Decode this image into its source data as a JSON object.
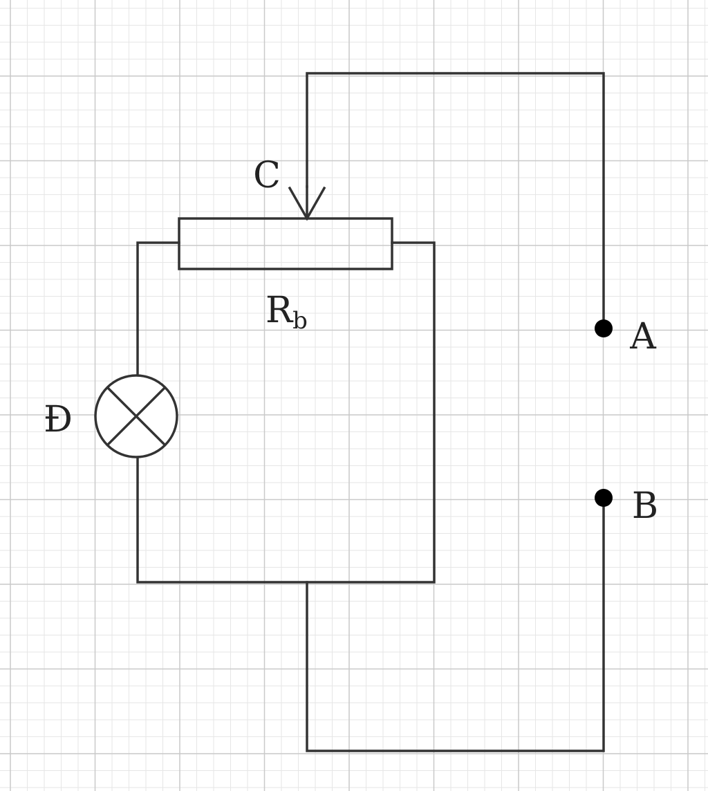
{
  "diagram": {
    "colors": {
      "background": "#ffffff",
      "grid_minor": "#e6e6e6",
      "grid_major": "#c9c9c9",
      "wire": "#333333",
      "terminal": "#000000",
      "text": "#222222"
    },
    "labels": {
      "slider": "C",
      "resistor_main": "R",
      "resistor_sub": "b",
      "lamp": "Đ",
      "terminal_a": "A",
      "terminal_b": "B"
    },
    "components": {
      "resistor": "rheostat",
      "lamp": "lamp-icon",
      "slider_arrow": "arrow-down-icon",
      "terminals": "terminal-dot"
    }
  }
}
